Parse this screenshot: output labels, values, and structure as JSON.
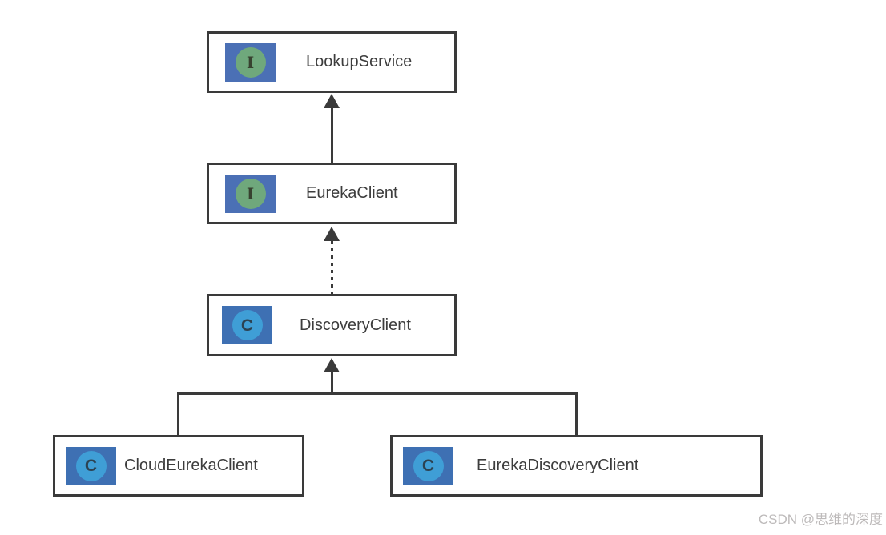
{
  "diagram": {
    "type": "class-hierarchy",
    "nodes": [
      {
        "id": "lookup-service",
        "label": "LookupService",
        "stereotype": "interface"
      },
      {
        "id": "eureka-client",
        "label": "EurekaClient",
        "stereotype": "interface"
      },
      {
        "id": "discovery-client",
        "label": "DiscoveryClient",
        "stereotype": "class"
      },
      {
        "id": "cloud-eureka-client",
        "label": "CloudEurekaClient",
        "stereotype": "class"
      },
      {
        "id": "eureka-discovery-client",
        "label": "EurekaDiscoveryClient",
        "stereotype": "class"
      }
    ],
    "edges": [
      {
        "from": "eureka-client",
        "to": "lookup-service",
        "style": "solid",
        "arrowhead": "filled-triangle"
      },
      {
        "from": "discovery-client",
        "to": "eureka-client",
        "style": "dotted",
        "arrowhead": "filled-triangle"
      },
      {
        "from": "cloud-eureka-client",
        "to": "discovery-client",
        "style": "solid",
        "arrowhead": "filled-triangle"
      },
      {
        "from": "eureka-discovery-client",
        "to": "discovery-client",
        "style": "solid",
        "arrowhead": "filled-triangle"
      }
    ],
    "icon_letters": {
      "interface": "I",
      "class": "C"
    },
    "colors": {
      "box_border": "#3a3a3a",
      "edge_line": "#3a3a3a",
      "label_text": "#3d3d3d",
      "icon_rect_blue": "#4470b4",
      "interface_circle_green": "#6fa87c",
      "class_circle_blue": "#3f9ed6",
      "watermark_text": "#bdbaba"
    }
  },
  "watermark": {
    "text": "CSDN @思维的深度"
  }
}
